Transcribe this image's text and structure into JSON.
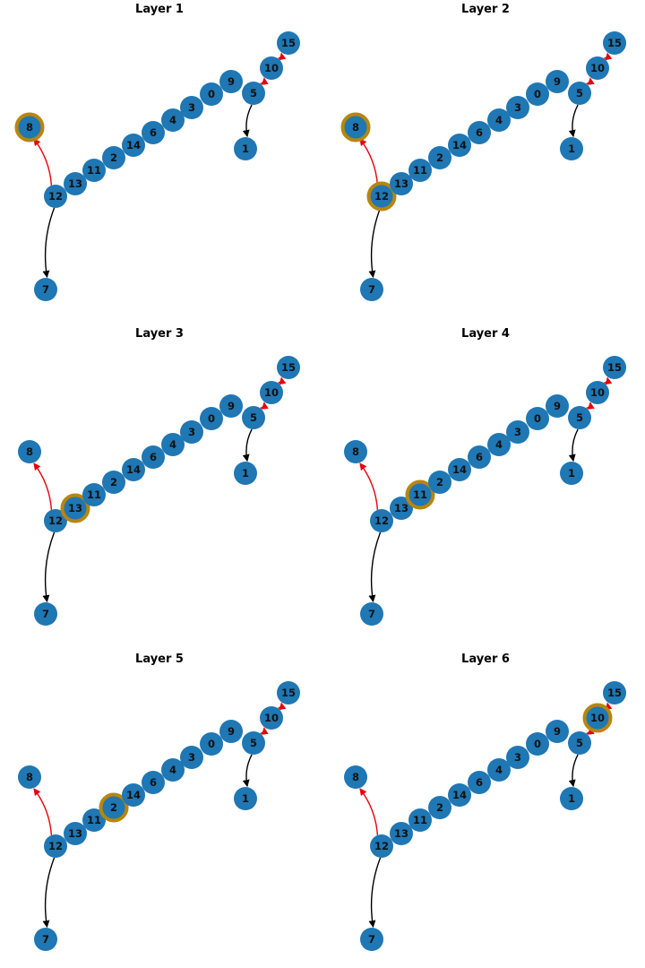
{
  "panels": [
    {
      "title": "Layer 1",
      "highlight": "8"
    },
    {
      "title": "Layer 2",
      "highlight": [
        "8",
        "12"
      ]
    },
    {
      "title": "Layer 3",
      "highlight": "13"
    },
    {
      "title": "Layer 4",
      "highlight": "11"
    },
    {
      "title": "Layer 5",
      "highlight": "2"
    },
    {
      "title": "Layer 6",
      "highlight": "10"
    }
  ],
  "nodes": [
    "8",
    "12",
    "7",
    "13",
    "11",
    "2",
    "14",
    "6",
    "4",
    "3",
    "0",
    "9",
    "5",
    "1",
    "10",
    "15"
  ],
  "edges": [
    {
      "from": "12",
      "to": "8",
      "color": "red"
    },
    {
      "from": "12",
      "to": "7",
      "color": "black"
    },
    {
      "from": "5",
      "to": "1",
      "color": "black"
    },
    {
      "from": "5",
      "to": "10",
      "color": "red"
    },
    {
      "from": "10",
      "to": "15",
      "color": "red"
    }
  ],
  "colors": {
    "node_fill": "#1f77b4",
    "highlight_ring": "#b8860b",
    "edge_red": "#e8000b",
    "edge_black": "#000000"
  }
}
